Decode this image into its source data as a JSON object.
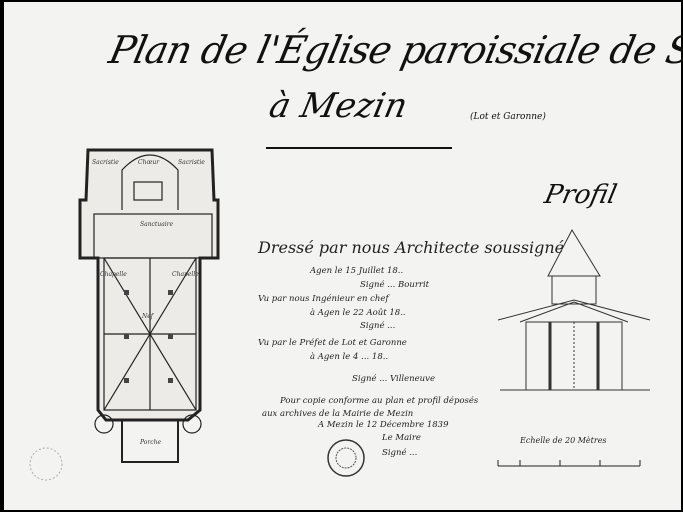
{
  "title": {
    "line1": "Plan de l'Église paroissiale de S. Jean",
    "line2": "à Mezin",
    "dept": "(Lot et Garonne)"
  },
  "profile_title": "Profil",
  "annotations": [
    "Dressé par nous Architecte soussigné",
    "Agen le 15 Juillet 18..",
    "Signé ... Bourrit",
    "Vu par nous Ingénieur en chef",
    "à Agen le 22 Août 18..",
    "Signé ...",
    "Vu par le Préfet de Lot et Garonne",
    "à Agen le 4 ... 18..",
    "Signé ... Villeneuve",
    "Pour copie conforme au plan et profil déposés",
    "aux archives de la Mairie de Mezin",
    "A Mezin le 12 Décembre 1839",
    "Le Maire",
    "Signé ..."
  ],
  "plan_labels": {
    "choir": "Chœur",
    "nave": "Nef",
    "porch": "Porche",
    "sacristy_left": "Sacristie",
    "sacristy_right": "Sacristie",
    "chapel_left": "Chapelle",
    "chapel_right": "Chapelle",
    "altar": "Sanctuaire"
  },
  "scale_label": "Echelle de 20 Mètres",
  "ink_color": "#1a1a1a",
  "paper_color": "#f3f3f1"
}
